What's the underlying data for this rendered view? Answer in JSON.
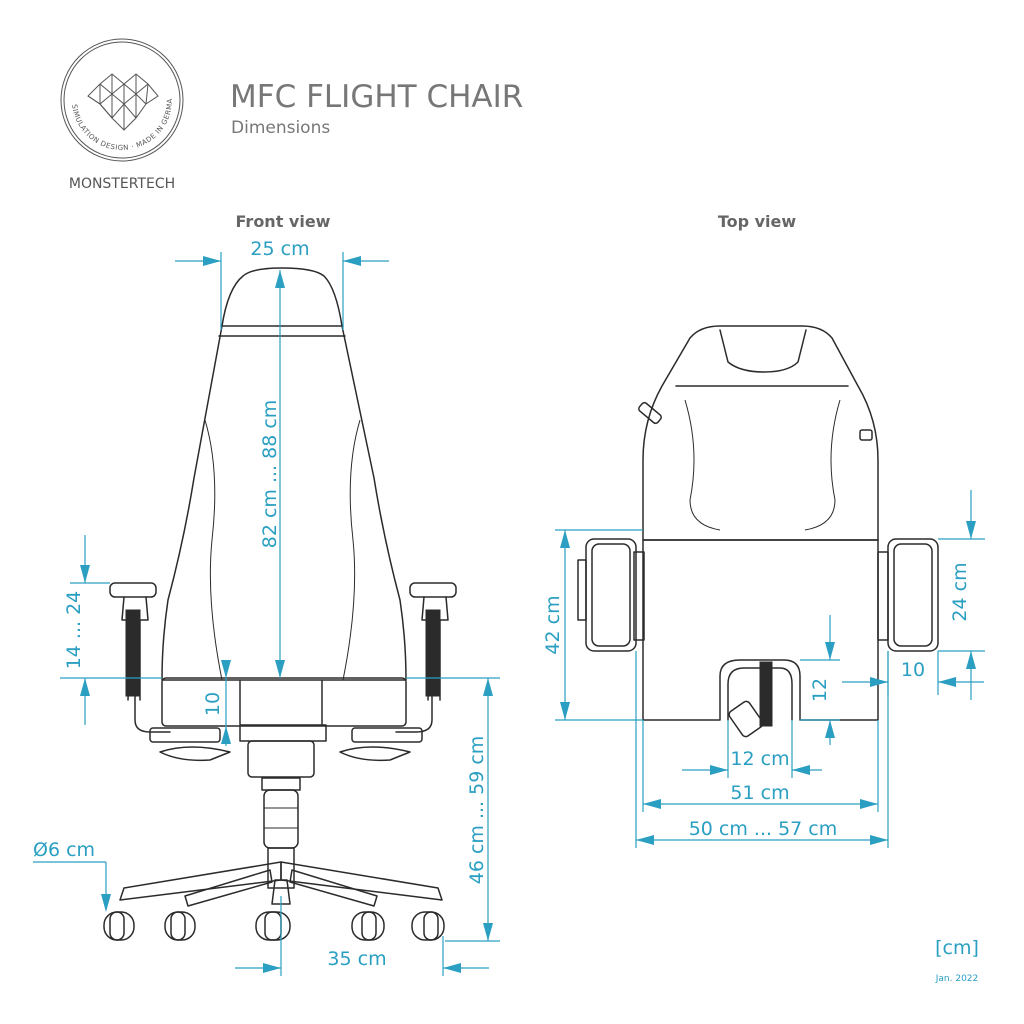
{
  "header": {
    "title": "MFC FLIGHT CHAIR",
    "subtitle": "Dimensions"
  },
  "logo": {
    "brand": "MONSTERTECH",
    "seal_text": "SIMULATION DESIGN · MADE IN GERMANY"
  },
  "views": {
    "front_label": "Front view",
    "top_label": "Top view"
  },
  "dimensions": {
    "front": {
      "headrest_width": "25 cm",
      "backrest_height": "82 cm ... 88 cm",
      "armrest_height": "14 ... 24",
      "armrest_pad": "10",
      "seat_height": "46 cm ... 59 cm",
      "wheel_diameter": "Ø6 cm",
      "base_offset": "35 cm"
    },
    "top": {
      "seat_depth": "42 cm",
      "armrest_length": "24 cm",
      "armrest_width": "10",
      "cutout_depth": "12",
      "cutout_width": "12 cm",
      "seat_width": "51 cm",
      "armrest_span": "50 cm ... 57 cm"
    }
  },
  "footer": {
    "unit": "[cm]",
    "date": "Jan. 2022"
  },
  "colors": {
    "dimension": "#2a9fc2",
    "drawing": "#2b2b2b",
    "text": "#777777"
  }
}
